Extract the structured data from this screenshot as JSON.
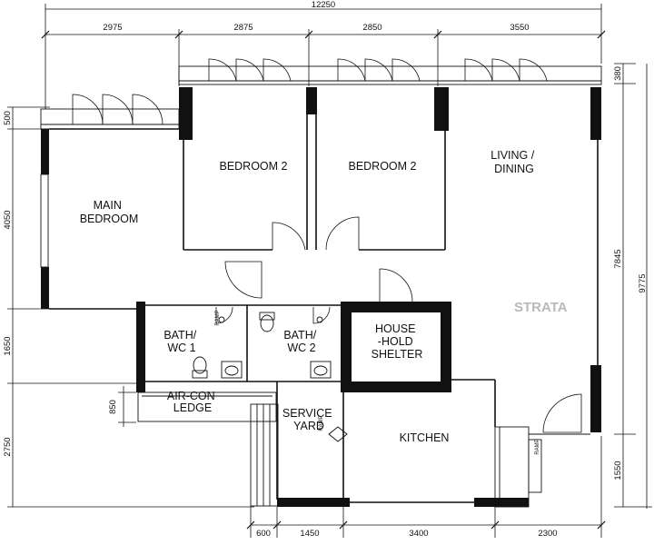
{
  "rooms": {
    "main_bedroom": [
      "MAIN",
      "BEDROOM"
    ],
    "bedroom2a": [
      "BEDROOM 2"
    ],
    "bedroom2b": [
      "BEDROOM 2"
    ],
    "living": [
      "LIVING /",
      "DINING"
    ],
    "bath1": [
      "BATH/",
      "WC 1"
    ],
    "bath2": [
      "BATH/",
      "WC 2"
    ],
    "shelter": [
      "HOUSE",
      "-HOLD",
      "SHELTER"
    ],
    "aircon": [
      "AIR-CON",
      "LEDGE"
    ],
    "service": [
      "SERVICE",
      "YARD"
    ],
    "kitchen": [
      "KITCHEN"
    ]
  },
  "ramp_label": "RAMP",
  "dimensions": {
    "overall_top": "12250",
    "top": [
      "2975",
      "2875",
      "2850",
      "3550"
    ],
    "bottom": [
      "600",
      "1450",
      "3400",
      "2300"
    ],
    "left": [
      "500",
      "4050",
      "1650",
      "850",
      "2750"
    ],
    "right": [
      "380",
      "7845",
      "9775",
      "1550"
    ]
  },
  "watermark": "STRATA"
}
